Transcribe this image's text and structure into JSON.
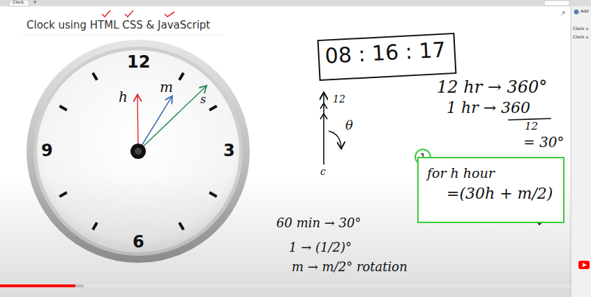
{
  "diagram": {
    "title": "Clock using HTML CSS & JavaScript",
    "nodes": [
      {
        "text": [
          "08 : 16 : 17"
        ]
      },
      {
        "text": [
          "1"
        ]
      },
      {
        "text": [
          "for h hour",
          "=(30h + m/2)"
        ]
      }
    ],
    "labels": [
      "Clock",
      "+",
      "Add",
      "Clock u",
      "Clock u",
      "12",
      "3",
      "6",
      "9",
      "h",
      "m",
      "s",
      "12",
      "θ",
      "c",
      "12 hr → 360°",
      "1 hr → 360",
      "12",
      "= 30°",
      "60 min → 30°",
      "1 → (1/2)°",
      "m → m/2° rotation"
    ]
  }
}
